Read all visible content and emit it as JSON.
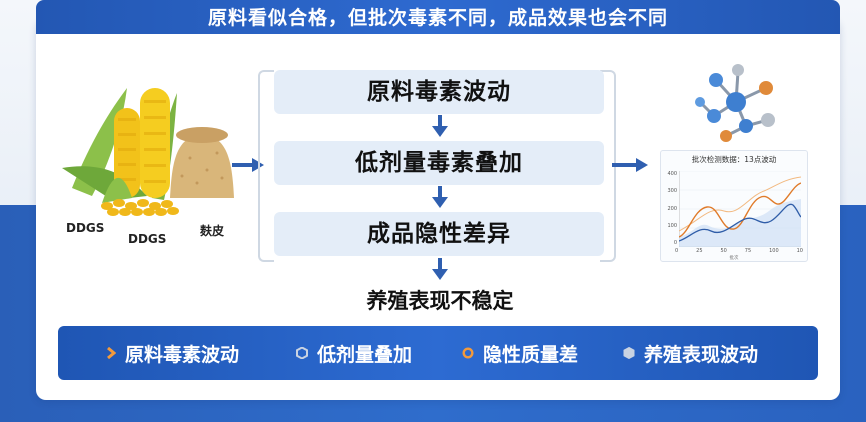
{
  "header": {
    "title": "原料看似合格，但批次毒素不同，成品效果也会不同"
  },
  "ingredients": {
    "labels": [
      "DDGS",
      "DDGS",
      "麸皮"
    ]
  },
  "flow": {
    "steps": [
      "原料毒素波动",
      "低剂量毒素叠加",
      "成品隐性差异"
    ],
    "result": "养殖表现不稳定"
  },
  "chart": {
    "title": "批次检测数据：13点波动",
    "y_ticks": [
      "400",
      "300",
      "200",
      "100",
      "0"
    ],
    "x_ticks": [
      "0",
      "25",
      "50",
      "75",
      "100",
      "10"
    ],
    "x_label": "批次",
    "colors": {
      "orange": "#e07b2a",
      "blue": "#2f5da8",
      "peach": "#f2b980"
    }
  },
  "bottom": {
    "items": [
      {
        "label": "原料毒素波动",
        "icon": "chevron-right-icon",
        "color": "#f39a3c"
      },
      {
        "label": "低剂量叠加",
        "icon": "hexagon-icon",
        "color": "#c9d3e2"
      },
      {
        "label": "隐性质量差",
        "icon": "ring-icon",
        "color": "#f39a3c"
      },
      {
        "label": "养殖表现波动",
        "icon": "hexagon-icon",
        "color": "#c9d3e2"
      }
    ]
  }
}
